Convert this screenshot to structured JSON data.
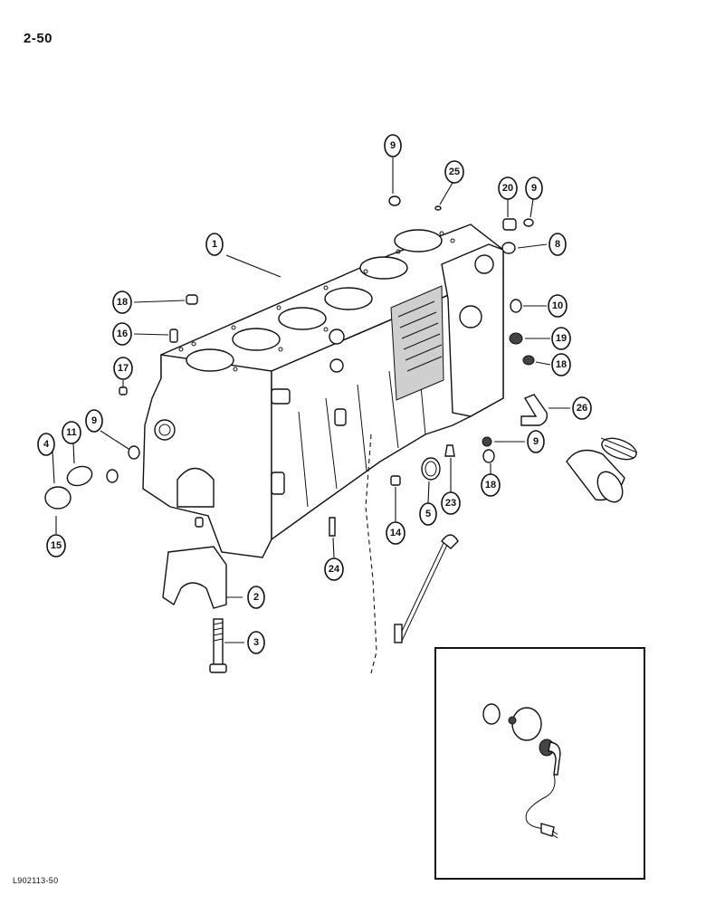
{
  "page": {
    "number": "2-50",
    "figure_id": "L902113-50"
  },
  "callouts": [
    {
      "id": "c9a",
      "label": "9"
    },
    {
      "id": "c25",
      "label": "25"
    },
    {
      "id": "c20",
      "label": "20"
    },
    {
      "id": "c9b",
      "label": "9"
    },
    {
      "id": "c1",
      "label": "1"
    },
    {
      "id": "c8",
      "label": "8"
    },
    {
      "id": "c18a",
      "label": "18"
    },
    {
      "id": "c10",
      "label": "10"
    },
    {
      "id": "c16",
      "label": "16"
    },
    {
      "id": "c19",
      "label": "19"
    },
    {
      "id": "c18b",
      "label": "18"
    },
    {
      "id": "c17",
      "label": "17"
    },
    {
      "id": "c26",
      "label": "26"
    },
    {
      "id": "c9c",
      "label": "9"
    },
    {
      "id": "c11",
      "label": "11"
    },
    {
      "id": "c4",
      "label": "4"
    },
    {
      "id": "c9d",
      "label": "9"
    },
    {
      "id": "c23",
      "label": "23"
    },
    {
      "id": "c18c",
      "label": "18"
    },
    {
      "id": "c5",
      "label": "5"
    },
    {
      "id": "c15",
      "label": "15"
    },
    {
      "id": "c14",
      "label": "14"
    },
    {
      "id": "c24",
      "label": "24"
    },
    {
      "id": "c2",
      "label": "2"
    },
    {
      "id": "c3",
      "label": "3"
    }
  ]
}
